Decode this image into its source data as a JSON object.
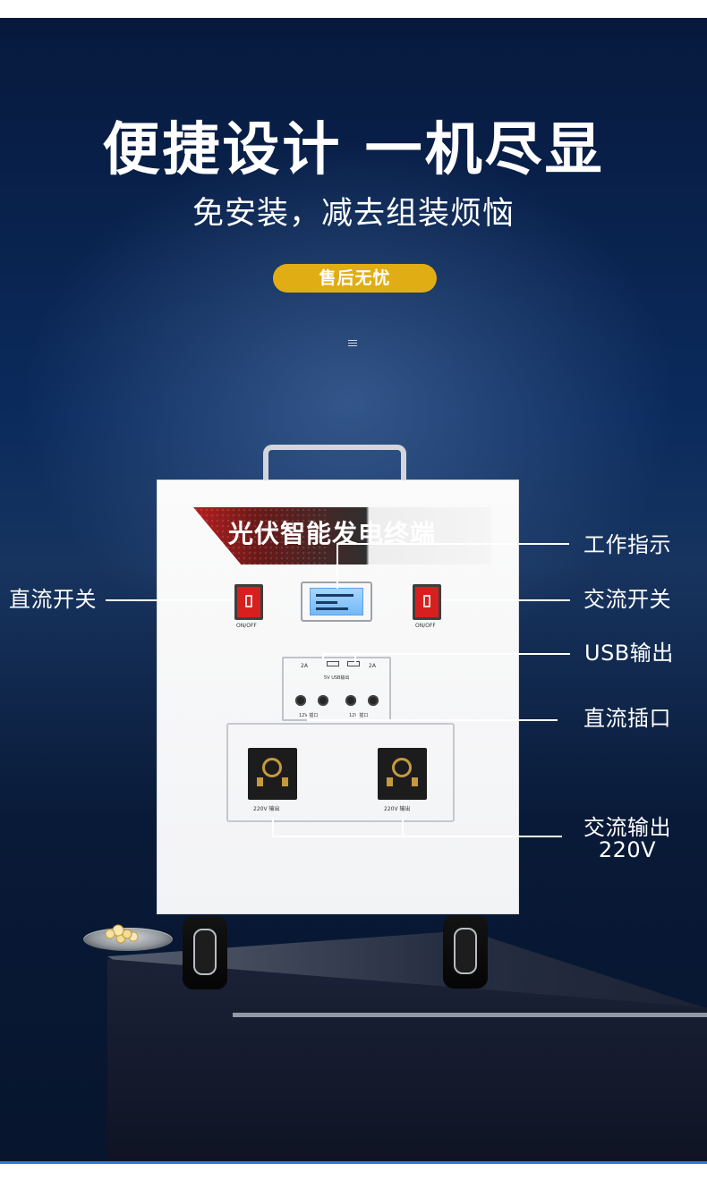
{
  "hero": {
    "title": "便捷设计 一机尽显",
    "subtitle": "免安装，减去组装烦恼",
    "badge": "售后无忧"
  },
  "device": {
    "panel_title": "光伏智能发电终端",
    "switch_text": "ON/OFF",
    "usb_left": "2A",
    "usb_right": "2A",
    "usb_mid": "5V USB输出",
    "dc_left": "12V 插口",
    "dc_right": "12V 插口",
    "ac_left": "220V 输出",
    "ac_right": "220V 输出"
  },
  "callouts": {
    "dc_switch": "直流开关",
    "work_indicator": "工作指示",
    "ac_switch": "交流开关",
    "usb_output": "USB输出",
    "dc_port": "直流插口",
    "ac_output_line1": "交流输出",
    "ac_output_line2": "220V"
  },
  "icons": {
    "menu": "menu-icon",
    "decorative_gold": "gold-balls-icon"
  },
  "colors": {
    "background": "#0b2b5d",
    "badge": "#e1ad14",
    "switch": "#d81f1f",
    "accent_line": "#2f78d2"
  }
}
